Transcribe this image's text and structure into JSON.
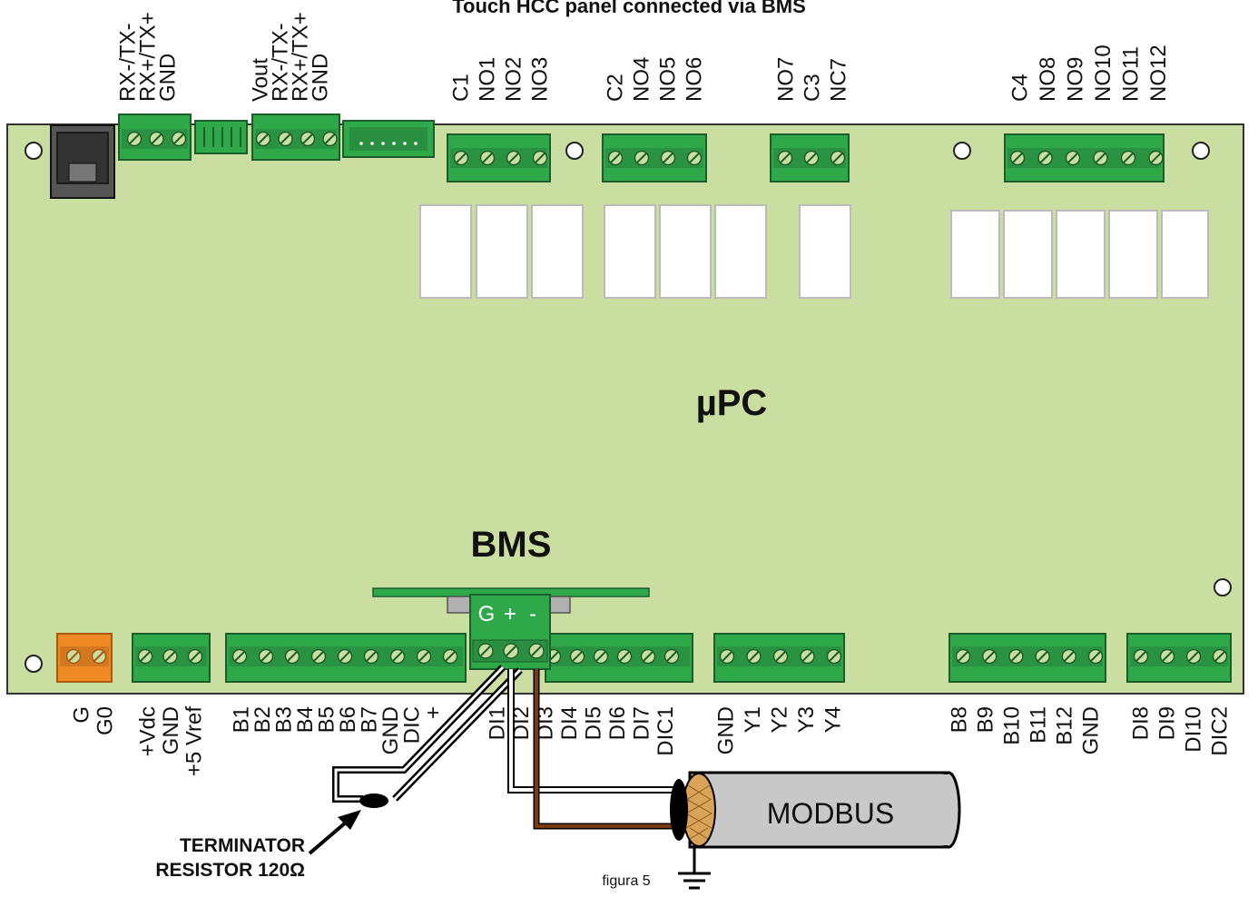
{
  "header": {
    "title": "Touch HCC panel connected via BMS"
  },
  "board": {
    "name": "µPC"
  },
  "bms": {
    "title": "BMS",
    "terminal_labels": [
      "G",
      "+",
      "-"
    ]
  },
  "top_connectors": {
    "serial_1": [
      "RX-/TX-",
      "RX+/TX+",
      "GND"
    ],
    "serial_2": [
      "Vout",
      "RX-/TX-",
      "RX+/TX+",
      "GND"
    ],
    "relay_group_1": [
      "C1",
      "NO1",
      "NO2",
      "NO3"
    ],
    "relay_group_2": [
      "C2",
      "NO4",
      "NO5",
      "NO6"
    ],
    "relay_group_3": [
      "NO7",
      "C3",
      "NC7"
    ],
    "relay_group_4": [
      "C4",
      "NO8",
      "NO9",
      "NO10",
      "NO11",
      "NO12"
    ]
  },
  "bottom_connectors": {
    "power": [
      "G",
      "G0"
    ],
    "supply": [
      "+Vdc",
      "GND",
      "+5 Vref"
    ],
    "analog_inputs": [
      "B1",
      "B2",
      "B3",
      "B4",
      "B5",
      "B6",
      "B7",
      "GND",
      "DIC",
      "+"
    ],
    "digital_inputs": [
      "DI1",
      "DI2",
      "DI3",
      "DI4",
      "DI5",
      "DI6",
      "DI7",
      "DIC1"
    ],
    "outputs": [
      "GND",
      "Y1",
      "Y2",
      "Y3",
      "Y4"
    ],
    "analog_inputs_2": [
      "B8",
      "B9",
      "B10",
      "B11",
      "B12",
      "GND"
    ],
    "digital_inputs_2": [
      "DI8",
      "DI9",
      "DI10",
      "DIC2"
    ]
  },
  "cable": {
    "label": "MODBUS"
  },
  "terminator": {
    "line1": "TERMINATOR",
    "line2": "RESISTOR 120Ω"
  },
  "caption": "figura 5",
  "colors": {
    "board": "#c9dea0",
    "terminal_green": "#2fa84a",
    "terminal_orange": "#f08a24",
    "relay": "#ffffff",
    "wire_brown": "#7a3b12",
    "cable_body": "#c8c8c8"
  }
}
